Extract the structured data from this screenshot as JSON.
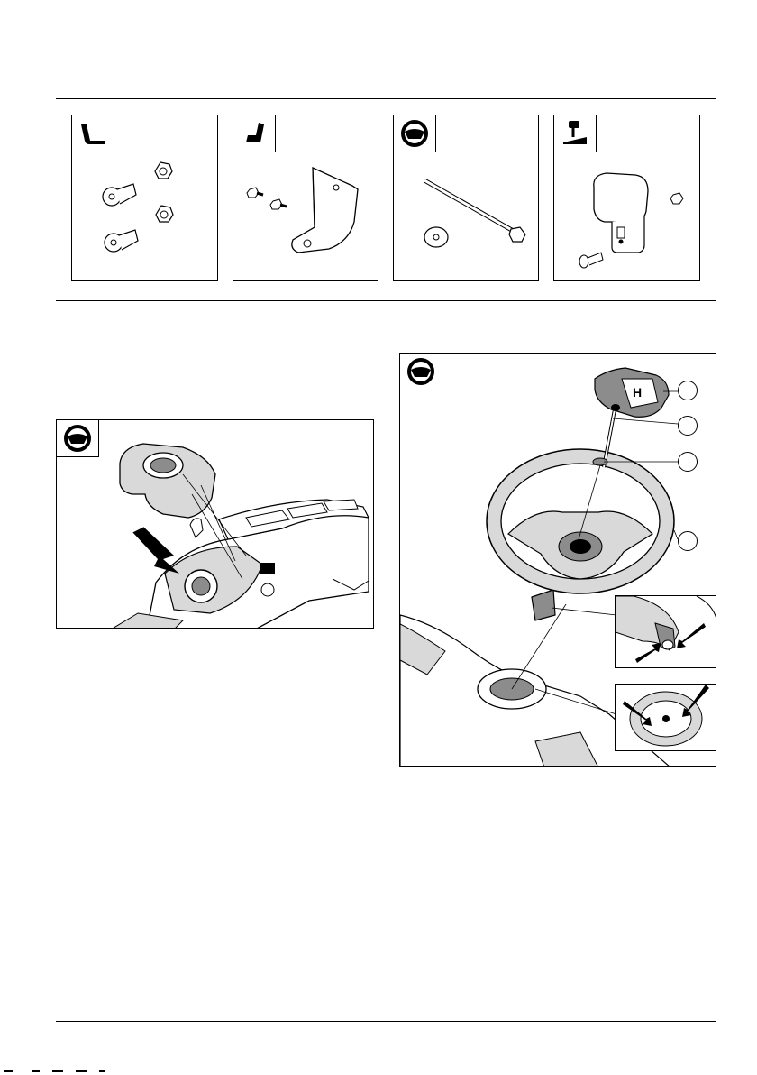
{
  "icons": {
    "seat": "seat-icon",
    "seat_bracket": "seat-bracket-icon",
    "steering_wheel": "steering-wheel-icon",
    "lever": "lever-icon"
  },
  "panels": [
    {
      "id": "seat-hardware",
      "icon": "seat-icon",
      "parts": [
        "shoulder-bolt",
        "shoulder-bolt",
        "flange-nut",
        "flange-nut"
      ]
    },
    {
      "id": "bracket-hardware",
      "icon": "seat-bracket-icon",
      "parts": [
        "screw",
        "screw",
        "seat-bracket"
      ]
    },
    {
      "id": "steering-hardware",
      "icon": "steering-wheel-icon",
      "parts": [
        "long-bolt",
        "washer"
      ]
    },
    {
      "id": "lever-knob-hardware",
      "icon": "lever-icon",
      "parts": [
        "lever-knob",
        "bolt",
        "nut"
      ]
    }
  ],
  "figures": [
    {
      "id": "dashboard-cover-install",
      "icon": "steering-wheel-icon"
    },
    {
      "id": "steering-wheel-exploded",
      "icon": "steering-wheel-icon",
      "callout_count": 4
    }
  ],
  "colors": {
    "ink": "#000000",
    "paper": "#ffffff",
    "part_fill": "#d9d9d9",
    "dark_fill": "#8c8c8c"
  }
}
